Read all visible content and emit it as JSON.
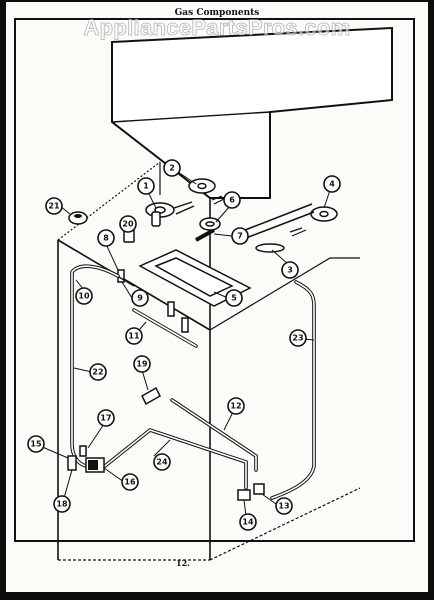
{
  "header": {
    "title": "Gas Components",
    "watermark": "AppliancePartsPros.com"
  },
  "footer": {
    "page_number": "12."
  },
  "diagram": {
    "callouts": [
      "1",
      "2",
      "3",
      "4",
      "5",
      "6",
      "7",
      "8",
      "9",
      "10",
      "11",
      "12",
      "13",
      "14",
      "15",
      "16",
      "17",
      "18",
      "19",
      "20",
      "21",
      "22",
      "23",
      "24"
    ]
  }
}
